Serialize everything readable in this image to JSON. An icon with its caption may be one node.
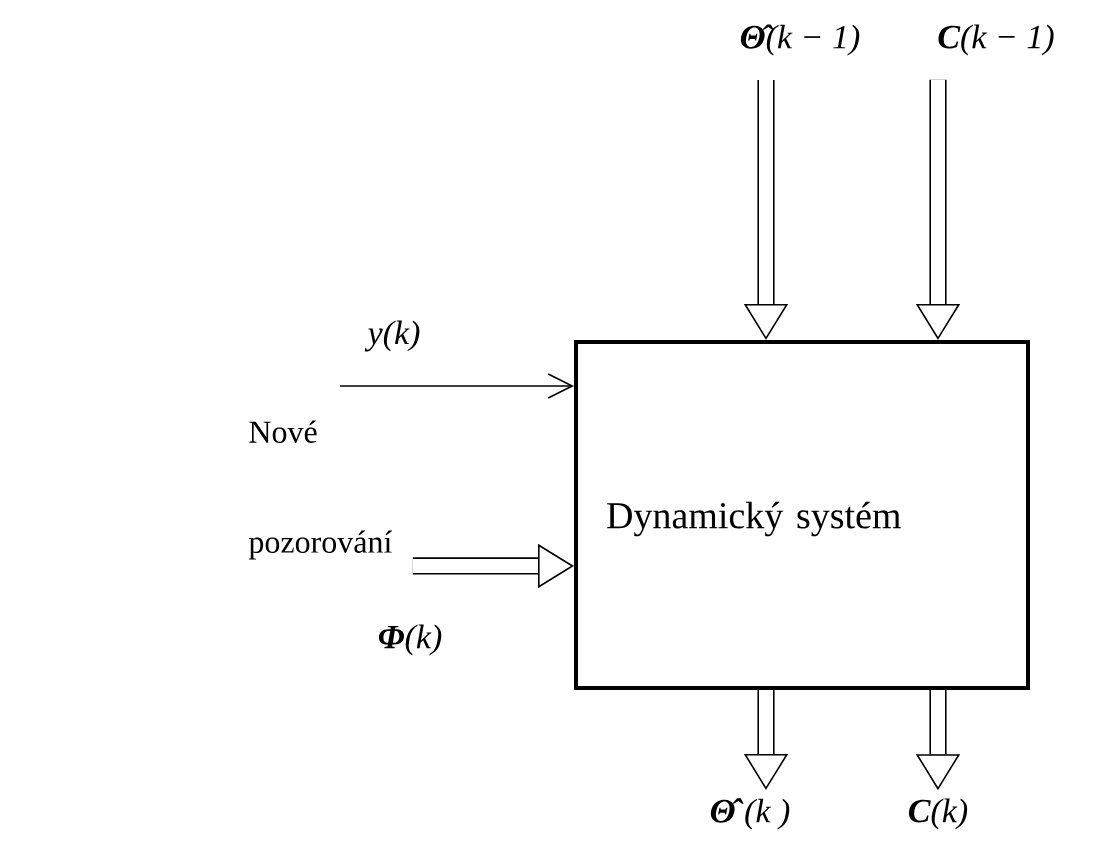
{
  "diagram": {
    "nodes": [
      {
        "text": [
          "Dynamický systém"
        ]
      },
      {
        "text": [
          "**Θ̂**(k − 1)"
        ]
      },
      {
        "text": [
          "**C**(k − 1)"
        ]
      },
      {
        "text": [
          "Nové pozorování"
        ]
      },
      {
        "text": [
          "**Θ̂** (k )"
        ]
      },
      {
        "text": [
          "**C**(k)"
        ]
      }
    ],
    "edges": [
      {
        "from": 1,
        "to": 0,
        "arrow": "to"
      },
      {
        "from": 2,
        "to": 0,
        "arrow": "to"
      },
      {
        "from": 3,
        "to": 0,
        "arrow": "to",
        "label": "y(k)"
      },
      {
        "from": 3,
        "to": 0,
        "arrow": "to",
        "label": "**Φ**(k)"
      },
      {
        "from": 0,
        "to": 4,
        "arrow": "to"
      },
      {
        "from": 0,
        "to": 5,
        "arrow": "to"
      }
    ]
  }
}
